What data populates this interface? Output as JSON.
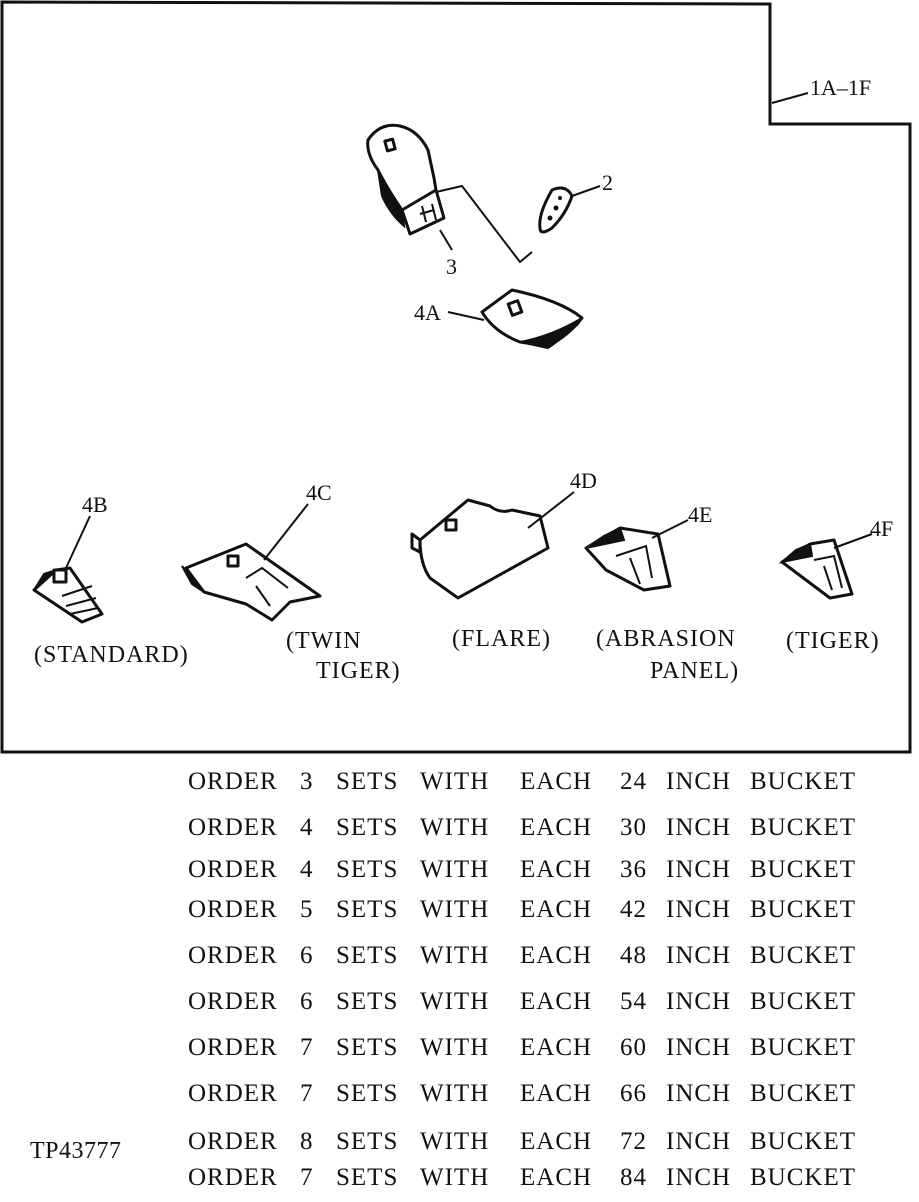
{
  "callouts": {
    "group": "1A–1F",
    "c2": "2",
    "c3": "3",
    "c4a": "4A",
    "c4b": "4B",
    "c4c": "4C",
    "c4d": "4D",
    "c4e": "4E",
    "c4f": "4F"
  },
  "captions": {
    "standard": "(STANDARD)",
    "twin_line1": "(TWIN",
    "twin_line2": "TIGER)",
    "flare": "(FLARE)",
    "abrasion_line1": "(ABRASION",
    "abrasion_line2": "PANEL)",
    "tiger": "(TIGER)"
  },
  "order_rows": [
    {
      "order": "ORDER",
      "sets": "3",
      "sets_word": "SETS",
      "with": "WITH",
      "each": "EACH",
      "inches": "24",
      "inch_word": "INCH",
      "bucket": "BUCKET"
    },
    {
      "order": "ORDER",
      "sets": "4",
      "sets_word": "SETS",
      "with": "WITH",
      "each": "EACH",
      "inches": "30",
      "inch_word": "INCH",
      "bucket": "BUCKET"
    },
    {
      "order": "ORDER",
      "sets": "4",
      "sets_word": "SETS",
      "with": "WITH",
      "each": "EACH",
      "inches": "36",
      "inch_word": "INCH",
      "bucket": "BUCKET"
    },
    {
      "order": "ORDER",
      "sets": "5",
      "sets_word": "SETS",
      "with": "WITH",
      "each": "EACH",
      "inches": "42",
      "inch_word": "INCH",
      "bucket": "BUCKET"
    },
    {
      "order": "ORDER",
      "sets": "6",
      "sets_word": "SETS",
      "with": "WITH",
      "each": "EACH",
      "inches": "48",
      "inch_word": "INCH",
      "bucket": "BUCKET"
    },
    {
      "order": "ORDER",
      "sets": "6",
      "sets_word": "SETS",
      "with": "WITH",
      "each": "EACH",
      "inches": "54",
      "inch_word": "INCH",
      "bucket": "BUCKET"
    },
    {
      "order": "ORDER",
      "sets": "7",
      "sets_word": "SETS",
      "with": "WITH",
      "each": "EACH",
      "inches": "60",
      "inch_word": "INCH",
      "bucket": "BUCKET"
    },
    {
      "order": "ORDER",
      "sets": "7",
      "sets_word": "SETS",
      "with": "WITH",
      "each": "EACH",
      "inches": "66",
      "inch_word": "INCH",
      "bucket": "BUCKET"
    },
    {
      "order": "ORDER",
      "sets": "8",
      "sets_word": "SETS",
      "with": "WITH",
      "each": "EACH",
      "inches": "72",
      "inch_word": "INCH",
      "bucket": "BUCKET"
    },
    {
      "order": "ORDER",
      "sets": "7",
      "sets_word": "SETS",
      "with": "WITH",
      "each": "EACH",
      "inches": "84",
      "inch_word": "INCH",
      "bucket": "BUCKET"
    }
  ],
  "reference_code": "TP43777"
}
